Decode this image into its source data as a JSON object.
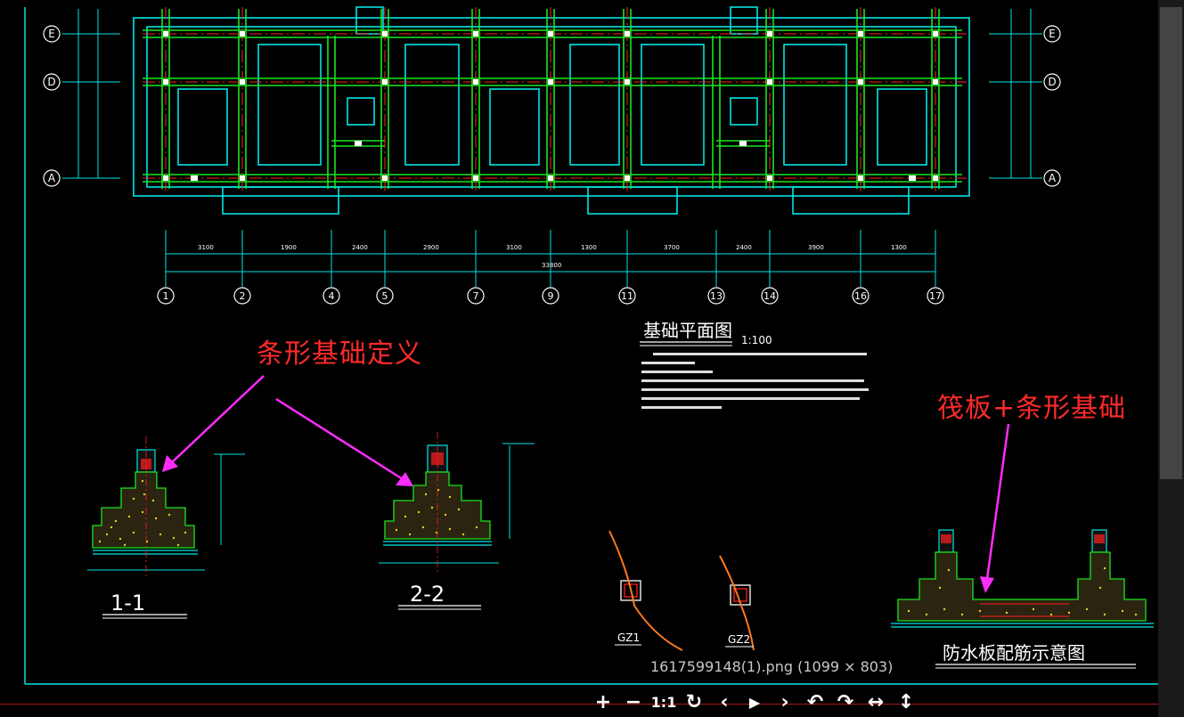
{
  "plan": {
    "title": "基础平面图",
    "scale": "1:100",
    "row_axes": [
      "E",
      "D",
      "A"
    ],
    "column_axes": [
      "1",
      "2",
      "4",
      "5",
      "7",
      "9",
      "11",
      "13",
      "14",
      "16",
      "17"
    ],
    "spans": [
      "3100",
      "1900",
      "2400",
      "2900",
      "3100",
      "1300",
      "3700",
      "2400",
      "3900",
      "1300"
    ],
    "total_length": "33800"
  },
  "annotations": {
    "strip": "条形基础定义",
    "raft": "筏板+条形基础"
  },
  "sections": {
    "s1": "1-1",
    "s2": "2-2",
    "waterproof": "防水板配筋示意图",
    "gz1": "GZ1",
    "gz2": "GZ2"
  },
  "caption": "1617599148(1).png (1099 × 803)",
  "toolbar": {
    "zoom_in": "+",
    "zoom_out": "−",
    "actual_size": "1:1",
    "rotate": "↻",
    "previous": "‹",
    "play": "▶",
    "next": "›",
    "undo": "↶",
    "redo": "↷",
    "fit_width": "↔",
    "fit_height": "↕"
  },
  "colors": {
    "cyan": "#00e5e5",
    "green": "#19e61e",
    "red": "#ff2020",
    "magenta": "#ff2cff",
    "orange": "#ff7a1a"
  }
}
